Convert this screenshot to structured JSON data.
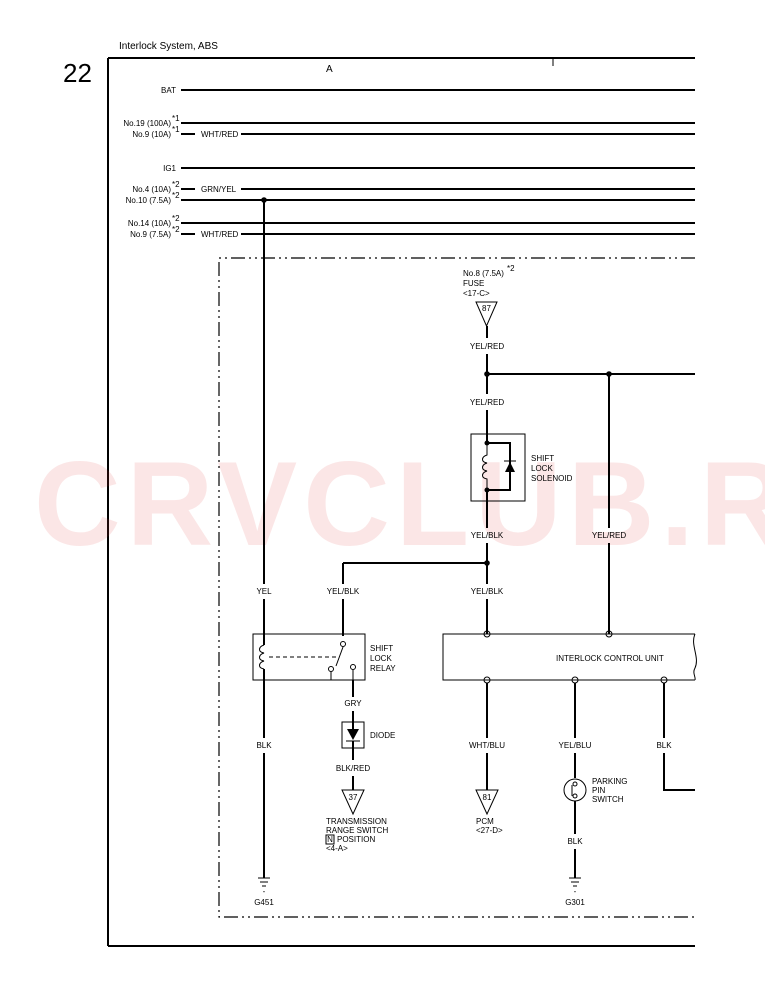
{
  "page_number": "22",
  "page_title": "Interlock System, ABS",
  "column_markers": [
    "A",
    "I"
  ],
  "watermark": "CRVCLUB.RU",
  "power_rails": {
    "bat": "BAT",
    "fuse19": "No.19 (100A)",
    "fuse19_sup": "*1",
    "fuse9a": "No.9 (10A)",
    "fuse9a_sup": "*1",
    "fuse9a_wire": "WHT/RED",
    "ig1": "IG1",
    "fuse4": "No.4 (10A)",
    "fuse4_sup": "*2",
    "fuse4_wire": "GRN/YEL",
    "fuse10": "No.10 (7.5A)",
    "fuse10_sup": "*2",
    "fuse14": "No.14 (10A)",
    "fuse14_sup": "*2",
    "fuse9b": "No.9 (7.5A)",
    "fuse9b_sup": "*2",
    "fuse9b_wire": "WHT/RED"
  },
  "fuse8": {
    "line1": "No.8 (7.5A)",
    "line1_sup": "*2",
    "line2": "FUSE",
    "line3": "<17-C>",
    "connector": "87"
  },
  "wires": {
    "yel_red_1": "YEL/RED",
    "yel_red_2": "YEL/RED",
    "yel_blk_sol": "YEL/BLK",
    "yel_red_right": "YEL/RED",
    "yel": "YEL",
    "yel_blk_relay": "YEL/BLK",
    "yel_blk_icu": "YEL/BLK",
    "gry": "GRY",
    "blk_left": "BLK",
    "blk_red": "BLK/RED",
    "wht_blu": "WHT/BLU",
    "yel_blu": "YEL/BLU",
    "blk_icu": "BLK",
    "blk_park": "BLK"
  },
  "solenoid": {
    "line1": "SHIFT",
    "line2": "LOCK",
    "line3": "SOLENOID"
  },
  "relay": {
    "line1": "SHIFT",
    "line2": "LOCK",
    "line3": "RELAY"
  },
  "control_unit": "INTERLOCK CONTROL UNIT",
  "diode": "DIODE",
  "trs": {
    "connector": "37",
    "line1": "TRANSMISSION",
    "line2": "RANGE SWITCH",
    "n_box": "N",
    "line3": "POSITION",
    "line4": "<4-A>"
  },
  "pcm": {
    "connector": "81",
    "line1": "PCM",
    "line2": "<27-D>"
  },
  "parking_switch": {
    "line1": "PARKING",
    "line2": "PIN",
    "line3": "SWITCH"
  },
  "grounds": {
    "g451": "G451",
    "g301": "G301"
  }
}
